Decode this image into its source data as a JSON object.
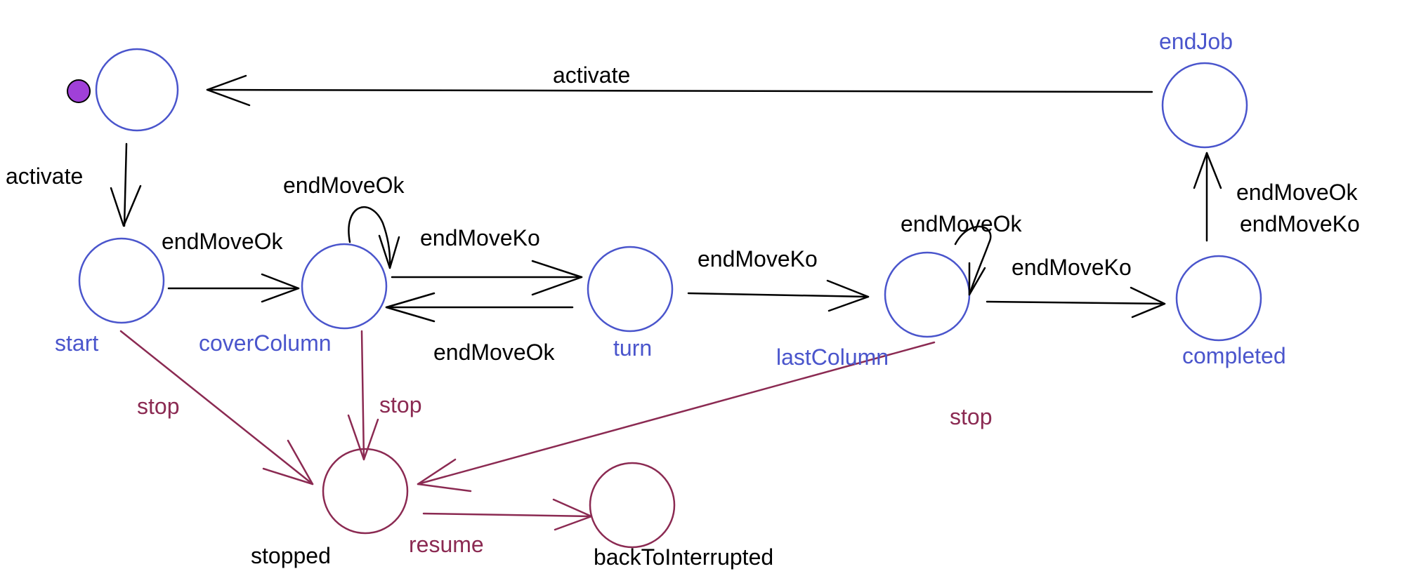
{
  "colors": {
    "state": "#4a55cc",
    "interrupt": "#8b2a52",
    "edge": "#000000",
    "initial_marker": "#a040d8"
  },
  "states": {
    "initial": "",
    "start": "start",
    "cover_column": "coverColumn",
    "turn": "turn",
    "last_column": "lastColumn",
    "completed": "completed",
    "end_job": "endJob",
    "stopped": "stopped",
    "back_to_interrupted": "backToInterrupted"
  },
  "transitions": {
    "end_job_to_initial": "activate",
    "initial_to_start": "activate",
    "start_to_cover_column": "endMoveOk",
    "cover_column_self": "endMoveOk",
    "cover_column_to_turn": "endMoveKo",
    "turn_to_cover_column": "endMoveOk",
    "turn_to_last_column": "endMoveKo",
    "last_column_self": "endMoveOk",
    "last_column_to_completed": "endMoveKo",
    "completed_to_end_job_1": "endMoveOk",
    "completed_to_end_job_2": "endMoveKo",
    "start_to_stopped": "stop",
    "cover_column_to_stopped": "stop",
    "last_column_to_stopped": "stop",
    "stopped_to_back_to_interrupted": "resume"
  }
}
